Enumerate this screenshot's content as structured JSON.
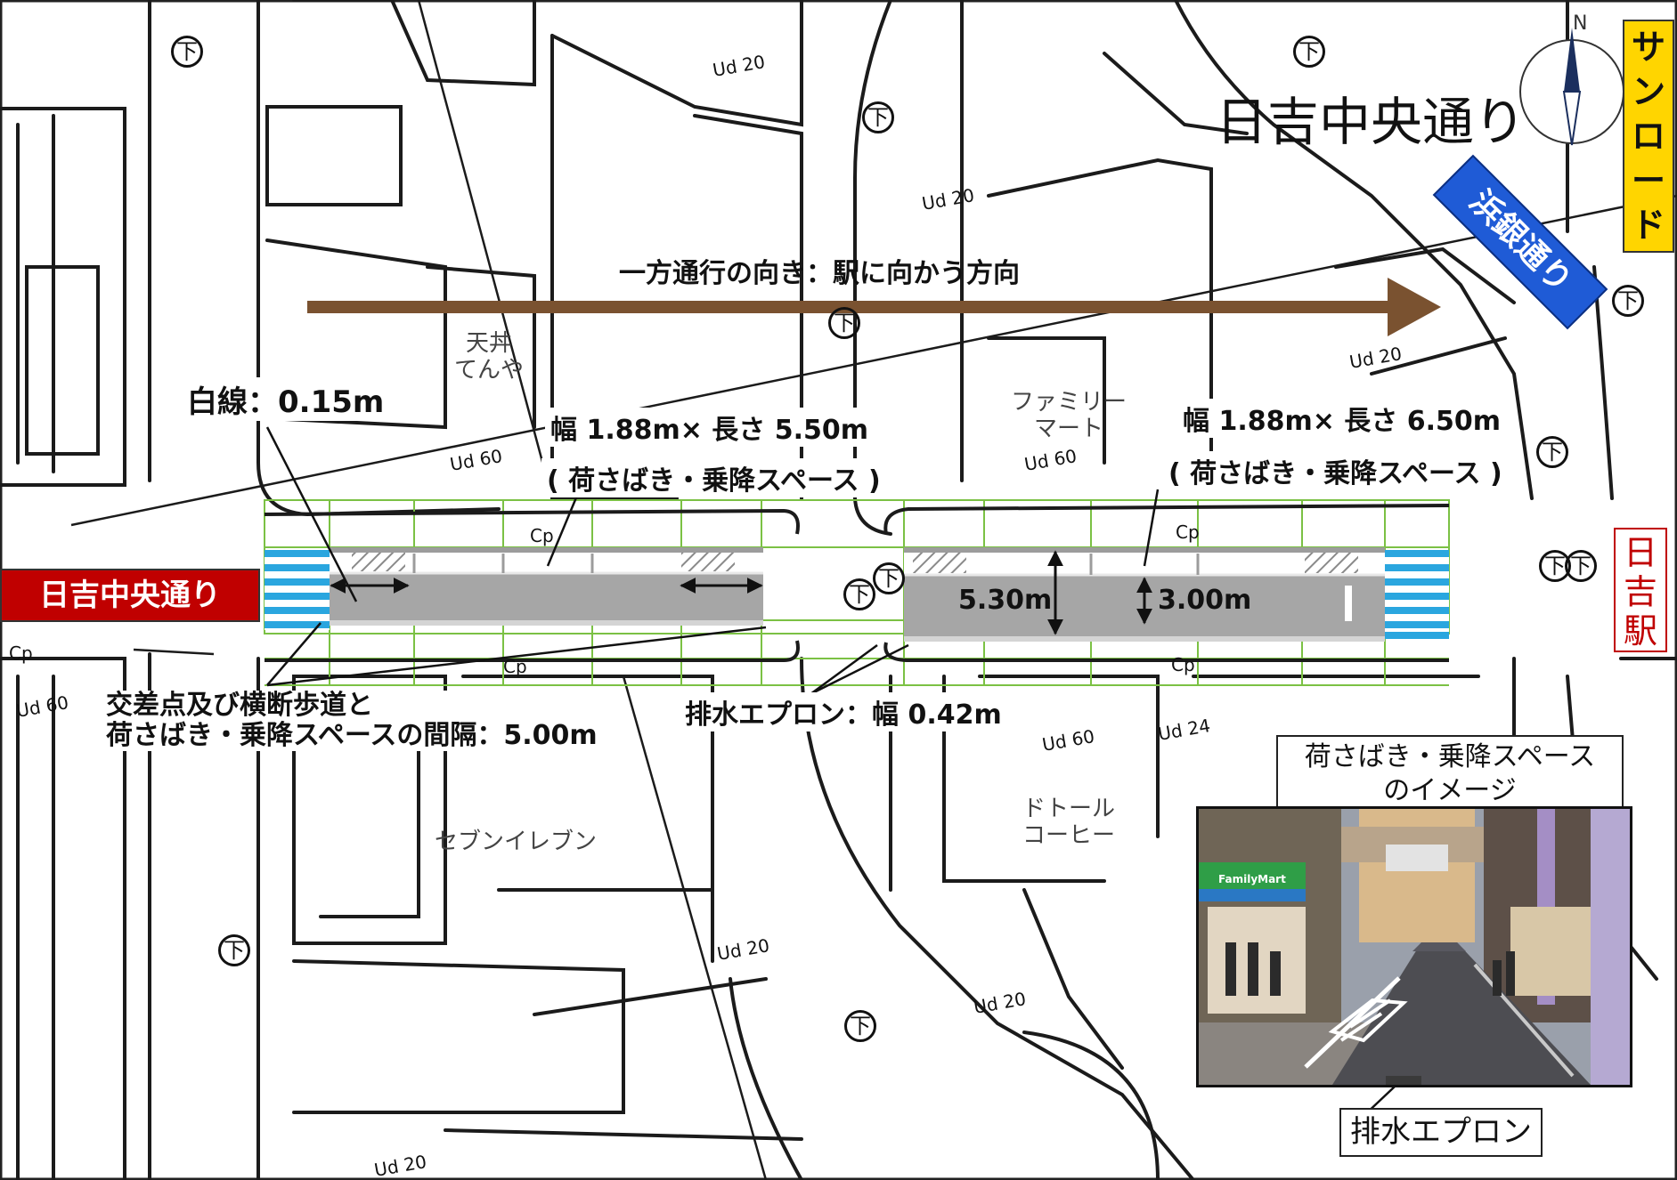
{
  "title": "日吉中央通り",
  "compass": {
    "label": "N"
  },
  "signs": {
    "left_road": "日吉中央通り",
    "station": [
      "日",
      "吉",
      "駅"
    ],
    "sunroad": [
      "サ",
      "ン",
      "ロ",
      "ー",
      "ド"
    ],
    "hamagin": "浜銀通り"
  },
  "direction_label": "一方通行の向き：駅に向かう方向",
  "buildings": {
    "tenya": [
      "天丼",
      "てんや"
    ],
    "familymart": [
      "ファミリー",
      "マート"
    ],
    "seven": "セブンイレブン",
    "doutor": [
      "ドトール",
      "コーヒー"
    ]
  },
  "callouts": {
    "white_line": "白線：0.15m",
    "space1_size": "幅 1.88m× 長さ 5.50m",
    "space1_name": "( 荷さばき・乗降スペース )",
    "space2_size": "幅 1.88m× 長さ 6.50m",
    "space2_name": "( 荷さばき・乗降スペース )",
    "road_width": "5.30m",
    "lane_width": "3.00m",
    "interval_line1": "交差点及び横断歩道と",
    "interval_line2": "荷さばき・乗降スペースの間隔：5.00m",
    "apron": "排水エプロン：幅 0.42m"
  },
  "photo": {
    "caption_line1": "荷さばき・乗降スペース",
    "caption_line2": "のイメージ",
    "apron_label": "排水エプロン",
    "store_sign": "FamilyMart"
  },
  "map_marks": {
    "manhole": "下",
    "pipe_labels": [
      "Ud 20",
      "Ud 20",
      "Ud 20",
      "Ud 60",
      "Ud 60",
      "Ud 60",
      "Ud 60",
      "Ud 24",
      "Ud 20",
      "Ud 20",
      "Ud 20"
    ],
    "curb_labels": [
      "Cp",
      "Cp",
      "Cp",
      "Cp",
      "Cp"
    ]
  },
  "colors": {
    "road": "#a6a6a6",
    "arrow": "#7a5230",
    "crosswalk": "#2aa6df",
    "grid": "#7bc144",
    "red_sign": "#c00000",
    "yellow_sign": "#ffd500",
    "blue_sign": "#1f5bd6"
  }
}
